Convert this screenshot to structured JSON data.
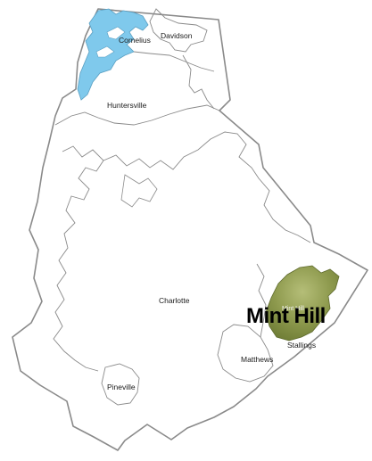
{
  "map": {
    "colors": {
      "county_fill": "#ffffff",
      "border": "#8a8a8a",
      "lake": "#7fc9ec",
      "highlight_fill": "#7b8a40",
      "highlight_center": "#a9b46a"
    },
    "highlight": {
      "label": "Mint Hill",
      "small_label": "Mint Hill"
    },
    "towns": {
      "cornelius": "Cornelius",
      "davidson": "Davidson",
      "huntersville": "Huntersville",
      "charlotte": "Charlotte",
      "matthews": "Matthews",
      "stallings": "Stallings",
      "pineville": "Pineville"
    }
  }
}
